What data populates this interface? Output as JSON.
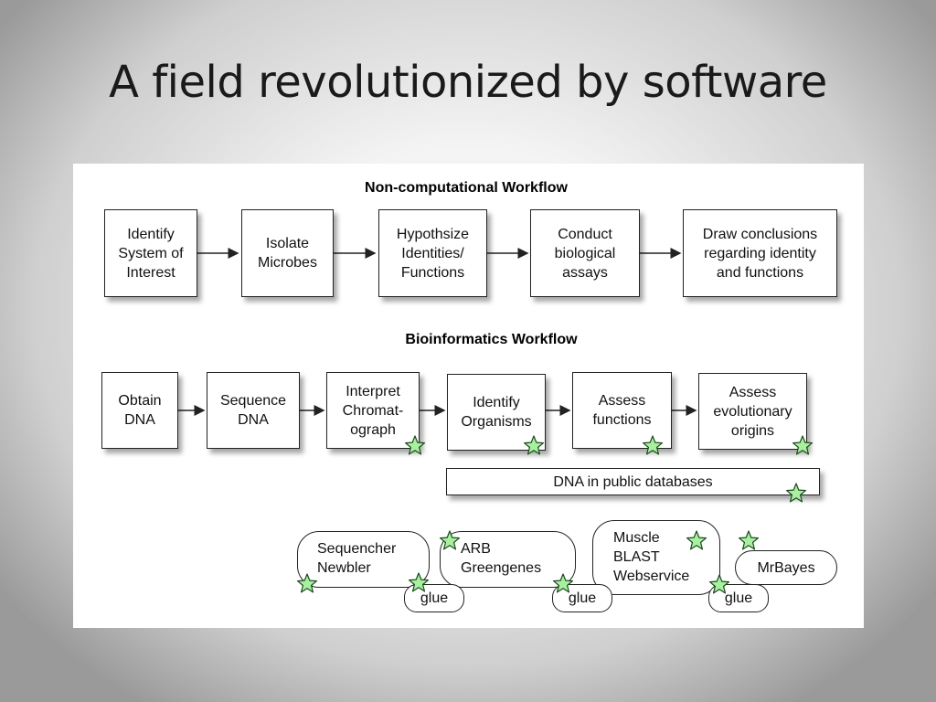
{
  "slide": {
    "title": "A field revolutionized by software"
  },
  "non_computational": {
    "heading": "Non-computational Workflow",
    "steps": [
      "Identify\nSystem of\nInterest",
      "Isolate\nMicrobes",
      "Hypothsize\nIdentities/\nFunctions",
      "Conduct\nbiological\nassays",
      "Draw conclusions\nregarding identity\nand functions"
    ]
  },
  "bioinformatics": {
    "heading": "Bioinformatics Workflow",
    "steps": [
      "Obtain\nDNA",
      "Sequence\nDNA",
      "Interpret\nChromat-\nograph",
      "Identify\nOrganisms",
      "Assess\nfunctions",
      "Assess\nevolutionary\norigins"
    ],
    "database": "DNA in public databases"
  },
  "software": {
    "tools": [
      "Sequencher\nNewbler",
      "ARB\nGreengenes",
      "Muscle\nBLAST\nWebservice",
      "MrBayes"
    ],
    "glue": [
      "glue",
      "glue",
      "glue"
    ]
  },
  "colors": {
    "star_fill": "#a8f0a0",
    "star_stroke": "#1a4a1a"
  }
}
